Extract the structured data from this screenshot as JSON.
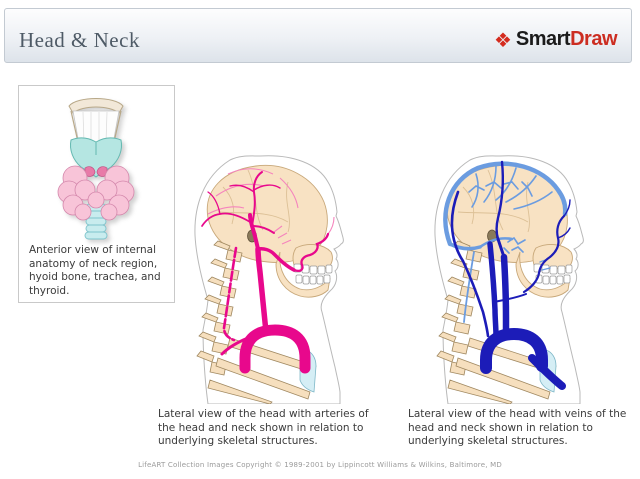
{
  "header": {
    "title": "Head & Neck",
    "logo": {
      "icon": "❖",
      "smart": "Smart",
      "draw": "Draw"
    }
  },
  "figures": {
    "thyroid": {
      "caption": "Anterior view of internal anatomy of neck region, hyoid bone, trachea, and thyroid."
    },
    "arteries": {
      "caption": "Lateral view of the head with arteries of the head and neck shown in relation to underlying skeletal structures."
    },
    "veins": {
      "caption": "Lateral view of the head with veins of the head and neck shown in relation to underlying skeletal structures."
    }
  },
  "footer": {
    "copyright": "LifeART Collection Images Copyright © 1989-2001 by Lippincott Williams & Wilkins, Baltimore, MD"
  },
  "colors": {
    "artery": "#e8088c",
    "artery_light": "#f584bd",
    "vein_dark": "#1c1cb8",
    "vein_light": "#6b9ce0",
    "bone": "#f8e2c3",
    "bone_outline": "#b99a6e",
    "cartilage": "#d5eef5",
    "thyroid_gland": "#f8c4d8",
    "thyroid_cartilage": "#b5e6e2",
    "header_accent": "#d42b1e"
  }
}
